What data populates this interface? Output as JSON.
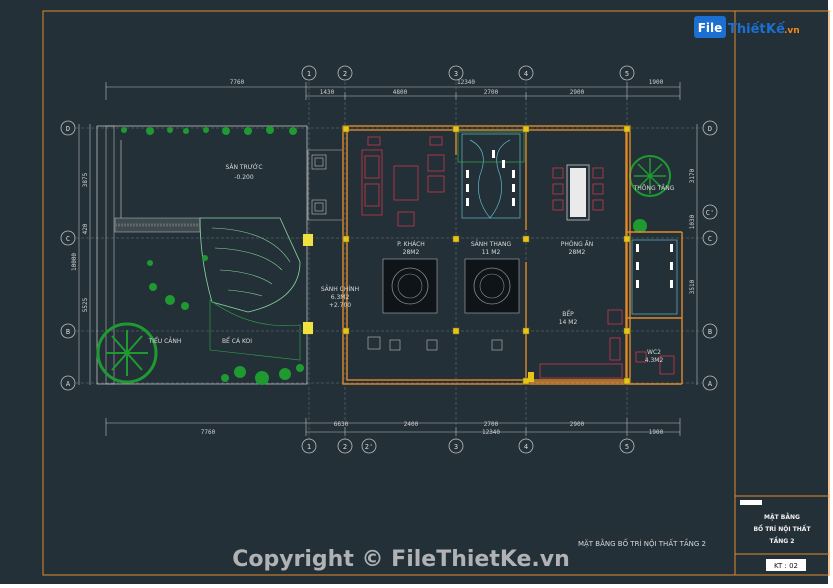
{
  "watermark": {
    "logo_file": "File",
    "logo_thiet": "Thiết",
    "logo_ke": "Kế",
    "logo_vn": ".vn",
    "copyright": "Copyright © FileThietKe.vn"
  },
  "title_block": {
    "line1": "MẶT BẰNG",
    "line2": "BỐ TRÍ NỘI THẤT",
    "line3": "TẦNG 2",
    "sheet": "KT : 02"
  },
  "drawing_title": "MẶT BẰNG BỐ TRÍ NỘI THẤT TẦNG 2",
  "grid": {
    "columns_top": [
      "1",
      "2",
      "3",
      "4",
      "5"
    ],
    "columns_bottom": [
      "1",
      "2",
      "2'",
      "3",
      "4",
      "5"
    ],
    "rows_left": [
      "D",
      "C",
      "B",
      "A"
    ],
    "rows_right": [
      "D",
      "C'",
      "C",
      "B",
      "A"
    ]
  },
  "dims": {
    "top_total_left": "7760",
    "top_total_mid": "12340",
    "top_right": "1900",
    "top_segments": [
      "1430",
      "4800",
      "2700",
      "2900"
    ],
    "bottom_total_left": "7760",
    "bottom_total_mid": "12340",
    "bottom_right": "1900",
    "bottom_segments": [
      "6630",
      "2400",
      "2700",
      "2900"
    ],
    "left_total": "10000",
    "left_segments": [
      "3875",
      "420",
      "5525"
    ],
    "right_segments": [
      "3170",
      "1030",
      "3510"
    ]
  },
  "rooms": {
    "san_truoc": "SÂN TRƯỚC",
    "san_truoc_level": "-0.200",
    "p_khach": "P. KHÁCH",
    "p_khach_area": "28M2",
    "sanh_thang": "SẢNH THANG",
    "sanh_thang_area": "11 M2",
    "phong_an": "PHÒNG ĂN",
    "phong_an_area": "28M2",
    "thong_tang": "THÔNG TẦNG",
    "sanh_chinh": "SẢNH CHÍNH",
    "sanh_chinh_area": "6.3M2",
    "sanh_chinh_level": "+2.700",
    "bep": "BẾP",
    "bep_area": "14 M2",
    "wc2": "WC2",
    "wc2_area": "4.3M2",
    "tieu_canh": "TIỂU CẢNH",
    "be_ca_koi": "BỂ CÁ KOI"
  },
  "colors": {
    "background": "#243038",
    "wall": "#e08a2a",
    "column": "#e6c51a",
    "furniture_red": "#c7384a",
    "plant_green": "#1f9a30",
    "line_grey": "#bcbcbc",
    "logo_blue": "#1b6fd1",
    "logo_orange": "#f08a1c"
  }
}
